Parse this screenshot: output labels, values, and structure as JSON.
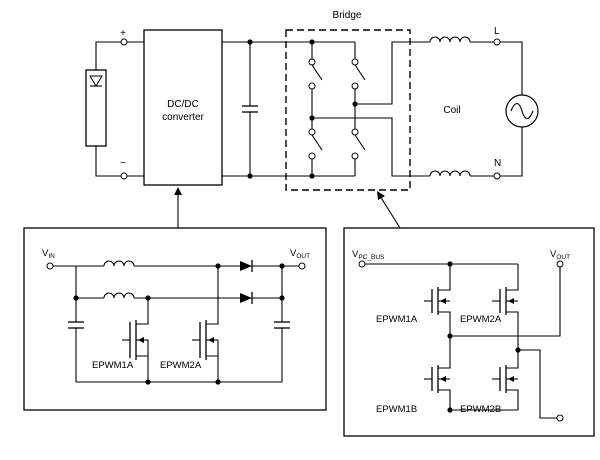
{
  "labels": {
    "bridge": "Bridge",
    "plus": "+",
    "minus": "−",
    "dcdc_line1": "DC/DC",
    "dcdc_line2": "converter",
    "coil": "Coil",
    "line_L": "L",
    "line_N": "N"
  },
  "boost_detail": {
    "vin_main": "V",
    "vin_sub": "IN",
    "vout_main": "V",
    "vout_sub": "OUT",
    "switch_a": "EPWM1A",
    "switch_b": "EPWM2A"
  },
  "bridge_detail": {
    "vbus_main": "V",
    "vbus_sub": "PC_BUS",
    "vout_main": "V",
    "vout_sub": "OUT",
    "switch_1a": "EPWM1A",
    "switch_2a": "EPWM2A",
    "switch_1b": "EPWM1B",
    "switch_2b": "EPWM2B"
  },
  "icons": [
    "solar-panel-icon",
    "capacitor-icon",
    "inductor-icon",
    "ac-source-icon",
    "mosfet-icon",
    "diode-icon",
    "switch-icon"
  ]
}
